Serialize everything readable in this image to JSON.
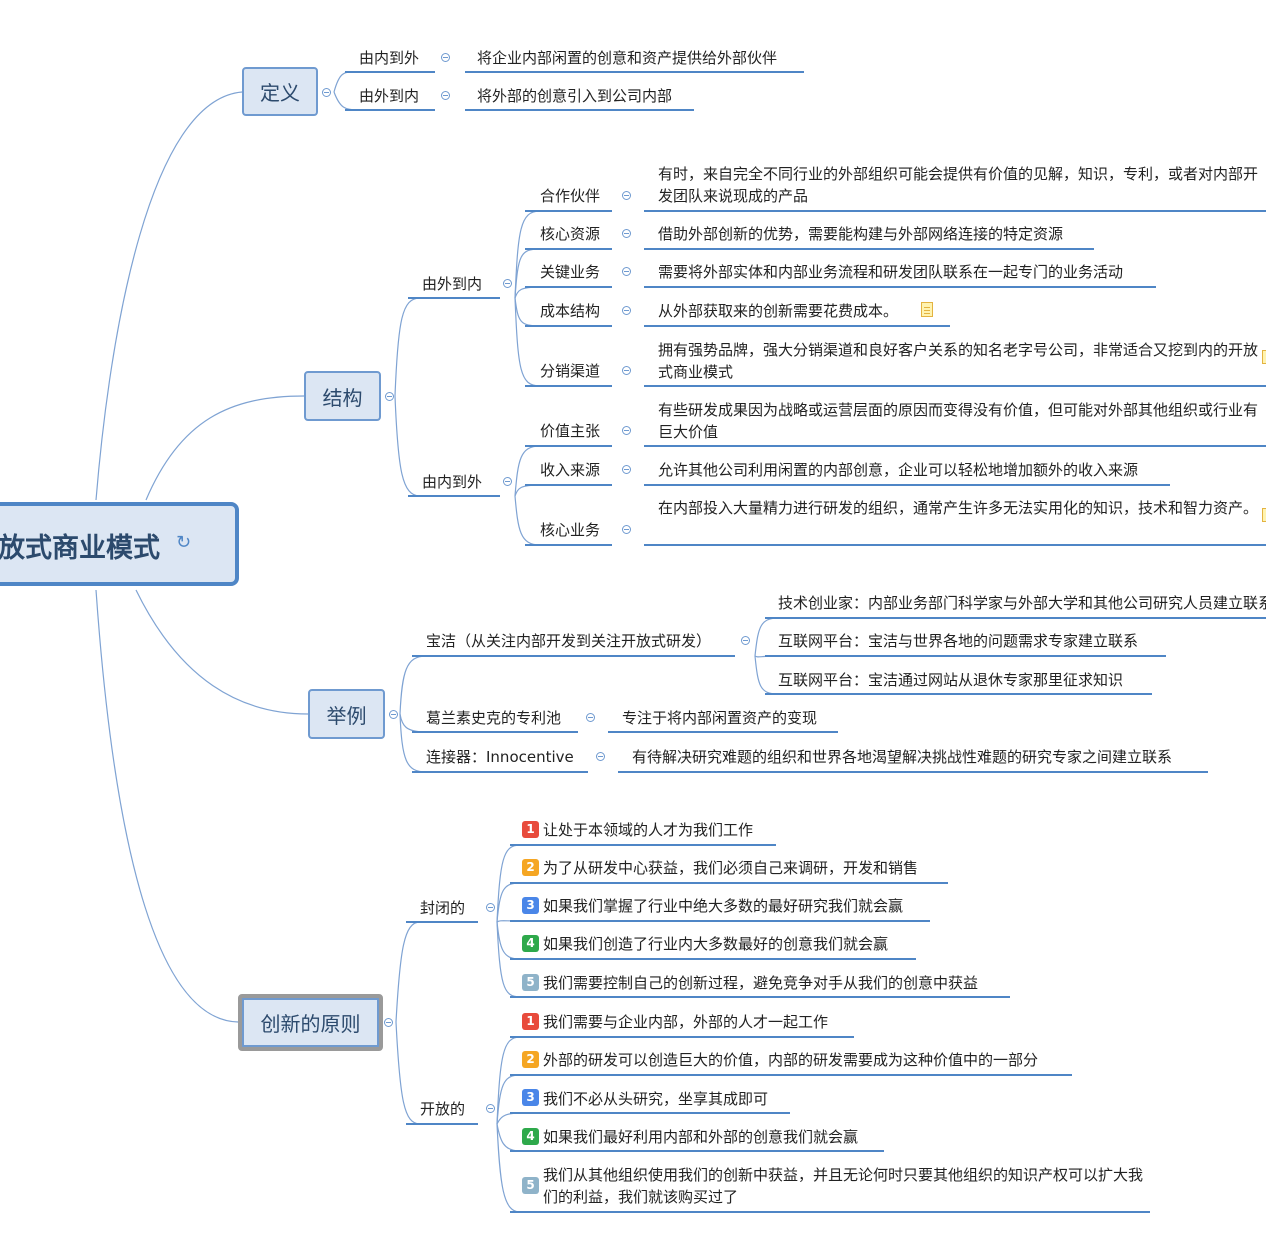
{
  "root": {
    "title": "放式商业模式",
    "icon": "refresh-icon"
  },
  "branches": {
    "definition": {
      "label": "定义",
      "items": [
        {
          "label": "由内到外",
          "detail": "将企业内部闲置的创意和资产提供给外部伙伴"
        },
        {
          "label": "由外到内",
          "detail": "将外部的创意引入到公司内部"
        }
      ]
    },
    "structure": {
      "label": "结构",
      "outside_in": {
        "label": "由外到内",
        "items": [
          {
            "label": "合作伙伴",
            "detail": "有时，来自完全不同行业的外部组织可能会提供有价值的见解，知识，专利，或者对内部开发团队来说现成的产品"
          },
          {
            "label": "核心资源",
            "detail": "借助外部创新的优势，需要能构建与外部网络连接的特定资源"
          },
          {
            "label": "关键业务",
            "detail": "需要将外部实体和内部业务流程和研发团队联系在一起专门的业务活动"
          },
          {
            "label": "成本结构",
            "detail": "从外部获取来的创新需要花费成本。"
          },
          {
            "label": "分销渠道",
            "detail": "拥有强势品牌，强大分销渠道和良好客户关系的知名老字号公司，非常适合又挖到内的开放式商业模式"
          }
        ]
      },
      "inside_out": {
        "label": "由内到外",
        "items": [
          {
            "label": "价值主张",
            "detail": "有些研发成果因为战略或运营层面的原因而变得没有价值，但可能对外部其他组织或行业有巨大价值"
          },
          {
            "label": "收入来源",
            "detail": "允许其他公司利用闲置的内部创意，企业可以轻松地增加额外的收入来源"
          },
          {
            "label": "核心业务",
            "detail": "在内部投入大量精力进行研发的组织，通常产生许多无法实用化的知识，技术和智力资产。"
          }
        ]
      }
    },
    "examples": {
      "label": "举例",
      "pg": {
        "label": "宝洁（从关注内部开发到关注开放式研发）",
        "items": [
          "技术创业家：内部业务部门科学家与外部大学和其他公司研究人员建立联系",
          "互联网平台：宝洁与世界各地的问题需求专家建立联系",
          "互联网平台：宝洁通过网站从退休专家那里征求知识"
        ]
      },
      "gsk": {
        "label": "葛兰素史克的专利池",
        "detail": "专注于将内部闲置资产的变现"
      },
      "innocentive": {
        "label": "连接器：Innocentive",
        "detail": "有待解决研究难题的组织和世界各地渴望解决挑战性难题的研究专家之间建立联系"
      }
    },
    "principles": {
      "label": "创新的原则",
      "closed": {
        "label": "封闭的",
        "items": [
          {
            "n": "1",
            "text": "让处于本领域的人才为我们工作"
          },
          {
            "n": "2",
            "text": "为了从研发中心获益，我们必须自己来调研，开发和销售"
          },
          {
            "n": "3",
            "text": "如果我们掌握了行业中绝大多数的最好研究我们就会赢"
          },
          {
            "n": "4",
            "text": "如果我们创造了行业内大多数最好的创意我们就会赢"
          },
          {
            "n": "5",
            "text": "我们需要控制自己的创新过程，避免竞争对手从我们的创意中获益"
          }
        ]
      },
      "open": {
        "label": "开放的",
        "items": [
          {
            "n": "1",
            "text": "我们需要与企业内部，外部的人才一起工作"
          },
          {
            "n": "2",
            "text": "外部的研发可以创造巨大的价值，内部的研发需要成为这种价值中的一部分"
          },
          {
            "n": "3",
            "text": "我们不必从头研究，坐享其成即可"
          },
          {
            "n": "4",
            "text": "如果我们最好利用内部和外部的创意我们就会赢"
          },
          {
            "n": "5",
            "text": "我们从其他组织使用我们的创新中获益，并且无论何时只要其他组织的知识产权可以扩大我们的利益，我们就该购买过了"
          }
        ]
      }
    }
  },
  "colors": {
    "line": "#6f9ad0",
    "underline": "#4f86c6",
    "badge1": "#e84b3c",
    "badge2": "#f5a623",
    "badge3": "#4a86e8",
    "badge4": "#2ea94b",
    "badge5": "#8fb3c9"
  }
}
